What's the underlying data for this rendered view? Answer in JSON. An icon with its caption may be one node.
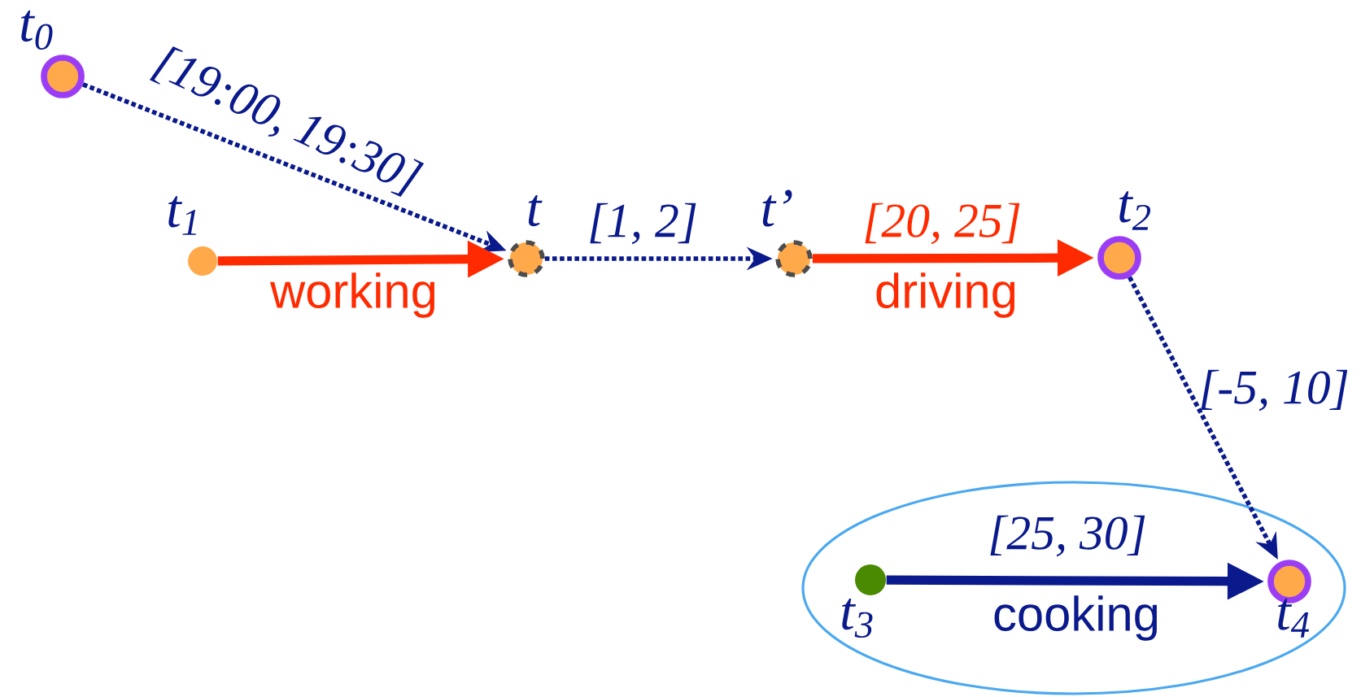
{
  "diagram": {
    "nodes": [
      {
        "text": [],
        "shape": "circle",
        "beside": [
          "t$_{0}$"
        ]
      },
      {
        "text": [],
        "shape": "circle",
        "beside": [
          "t$_{1}$"
        ]
      },
      {
        "text": [],
        "shape": "circle",
        "beside": [
          "t"
        ]
      },
      {
        "text": [],
        "shape": "circle",
        "beside": [
          "t’"
        ]
      },
      {
        "text": [],
        "shape": "circle",
        "beside": [
          "t$_{2}$"
        ]
      },
      {
        "text": [],
        "shape": "ellipse"
      },
      {
        "text": [],
        "shape": "circle",
        "beside": [
          "t$_{3}$"
        ],
        "in": 5
      },
      {
        "text": [],
        "shape": "circle",
        "beside": [
          "t$_{4}$"
        ],
        "in": 5
      }
    ],
    "edges": [
      {
        "from": 0,
        "to": 2,
        "arrow": "to",
        "style": "dashed",
        "label": "[19:00, 19:30]"
      },
      {
        "from": 1,
        "to": 2,
        "arrow": "to",
        "style": "thick",
        "color": "#ff2a00",
        "label": "working"
      },
      {
        "from": 2,
        "to": 3,
        "arrow": "to",
        "style": "dashed",
        "label": "[1, 2]"
      },
      {
        "from": 3,
        "to": 4,
        "arrow": "to",
        "style": "thick",
        "color": "#ff2a00",
        "label": "[20, 25]"
      },
      {
        "from": 4,
        "to": 7,
        "arrow": "to",
        "style": "dashed",
        "label": "[-5, 10]"
      },
      {
        "from": 6,
        "to": 7,
        "arrow": "to",
        "style": "thick",
        "label": "[25, 30]"
      }
    ],
    "labels": [
      "driving",
      "cooking"
    ]
  }
}
